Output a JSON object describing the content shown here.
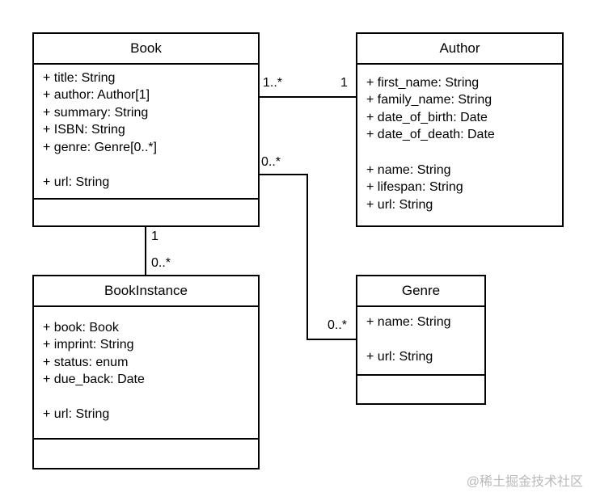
{
  "classes": {
    "book": {
      "name": "Book",
      "attributes": [
        "+ title: String",
        "+ author: Author[1]",
        "+ summary: String",
        "+ ISBN: String",
        "+ genre: Genre[0..*]",
        "+ url: String"
      ]
    },
    "author": {
      "name": "Author",
      "attributes": [
        "+ first_name: String",
        "+ family_name: String",
        "+ date_of_birth: Date",
        "+ date_of_death: Date",
        "+ name: String",
        "+ lifespan: String",
        "+ url: String"
      ]
    },
    "bookinstance": {
      "name": "BookInstance",
      "attributes": [
        "+ book: Book",
        "+ imprint: String",
        "+ status: enum",
        "+ due_back: Date",
        "+ url: String"
      ]
    },
    "genre": {
      "name": "Genre",
      "attributes": [
        "+ name: String",
        "+ url: String"
      ]
    }
  },
  "associations": {
    "book_author": {
      "book_end": "1..*",
      "author_end": "1"
    },
    "book_genre": {
      "book_end": "0..*",
      "genre_end": "0..*"
    },
    "book_instance": {
      "book_end": "1",
      "instance_end": "0..*"
    }
  },
  "watermark": "@稀土掘金技术社区"
}
